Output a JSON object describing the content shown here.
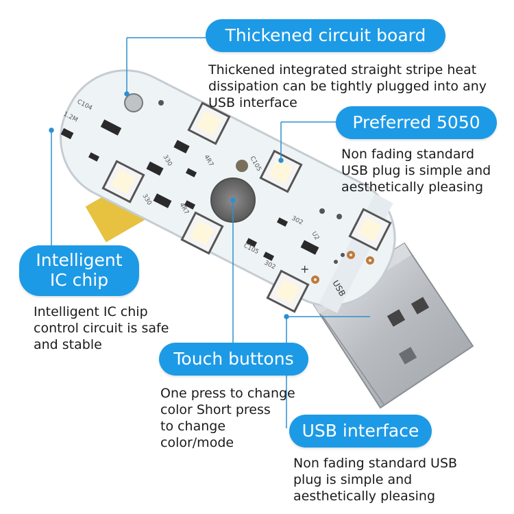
{
  "callouts": {
    "thickened_board": {
      "title": "Thickened circuit board",
      "description": "Thickened integrated straight stripe heat\ndissipation can be tightly plugged into any\nUSB interface"
    },
    "preferred_5050": {
      "title": "Preferred 5050",
      "description": "Non fading standard\nUSB plug is simple and\naesthetically pleasing"
    },
    "ic_chip": {
      "title_line1": "Intelligent",
      "title_line2": "IC chip",
      "description": "Intelligent IC chip\ncontrol circuit is safe\nand stable"
    },
    "touch_buttons": {
      "title": "Touch buttons",
      "description": "One press to change\n color Short press\nto change\ncolor/mode"
    },
    "usb_interface": {
      "title": "USB interface",
      "description": "Non fading standard USB\nplug is simple and\naesthetically pleasing"
    }
  },
  "board_silkscreen": {
    "usb": "USB",
    "plus": "+",
    "labels": [
      "C104",
      "1.2M",
      "C105",
      "C105",
      "302",
      "302",
      "U2",
      "4R7",
      "4R7",
      "330",
      "330"
    ]
  },
  "colors": {
    "accent_blue": "#1d9ae6",
    "board_white": "#eef3f6",
    "usb_metal": "#c9ccd0",
    "leader_line": "#2d8fd0"
  }
}
